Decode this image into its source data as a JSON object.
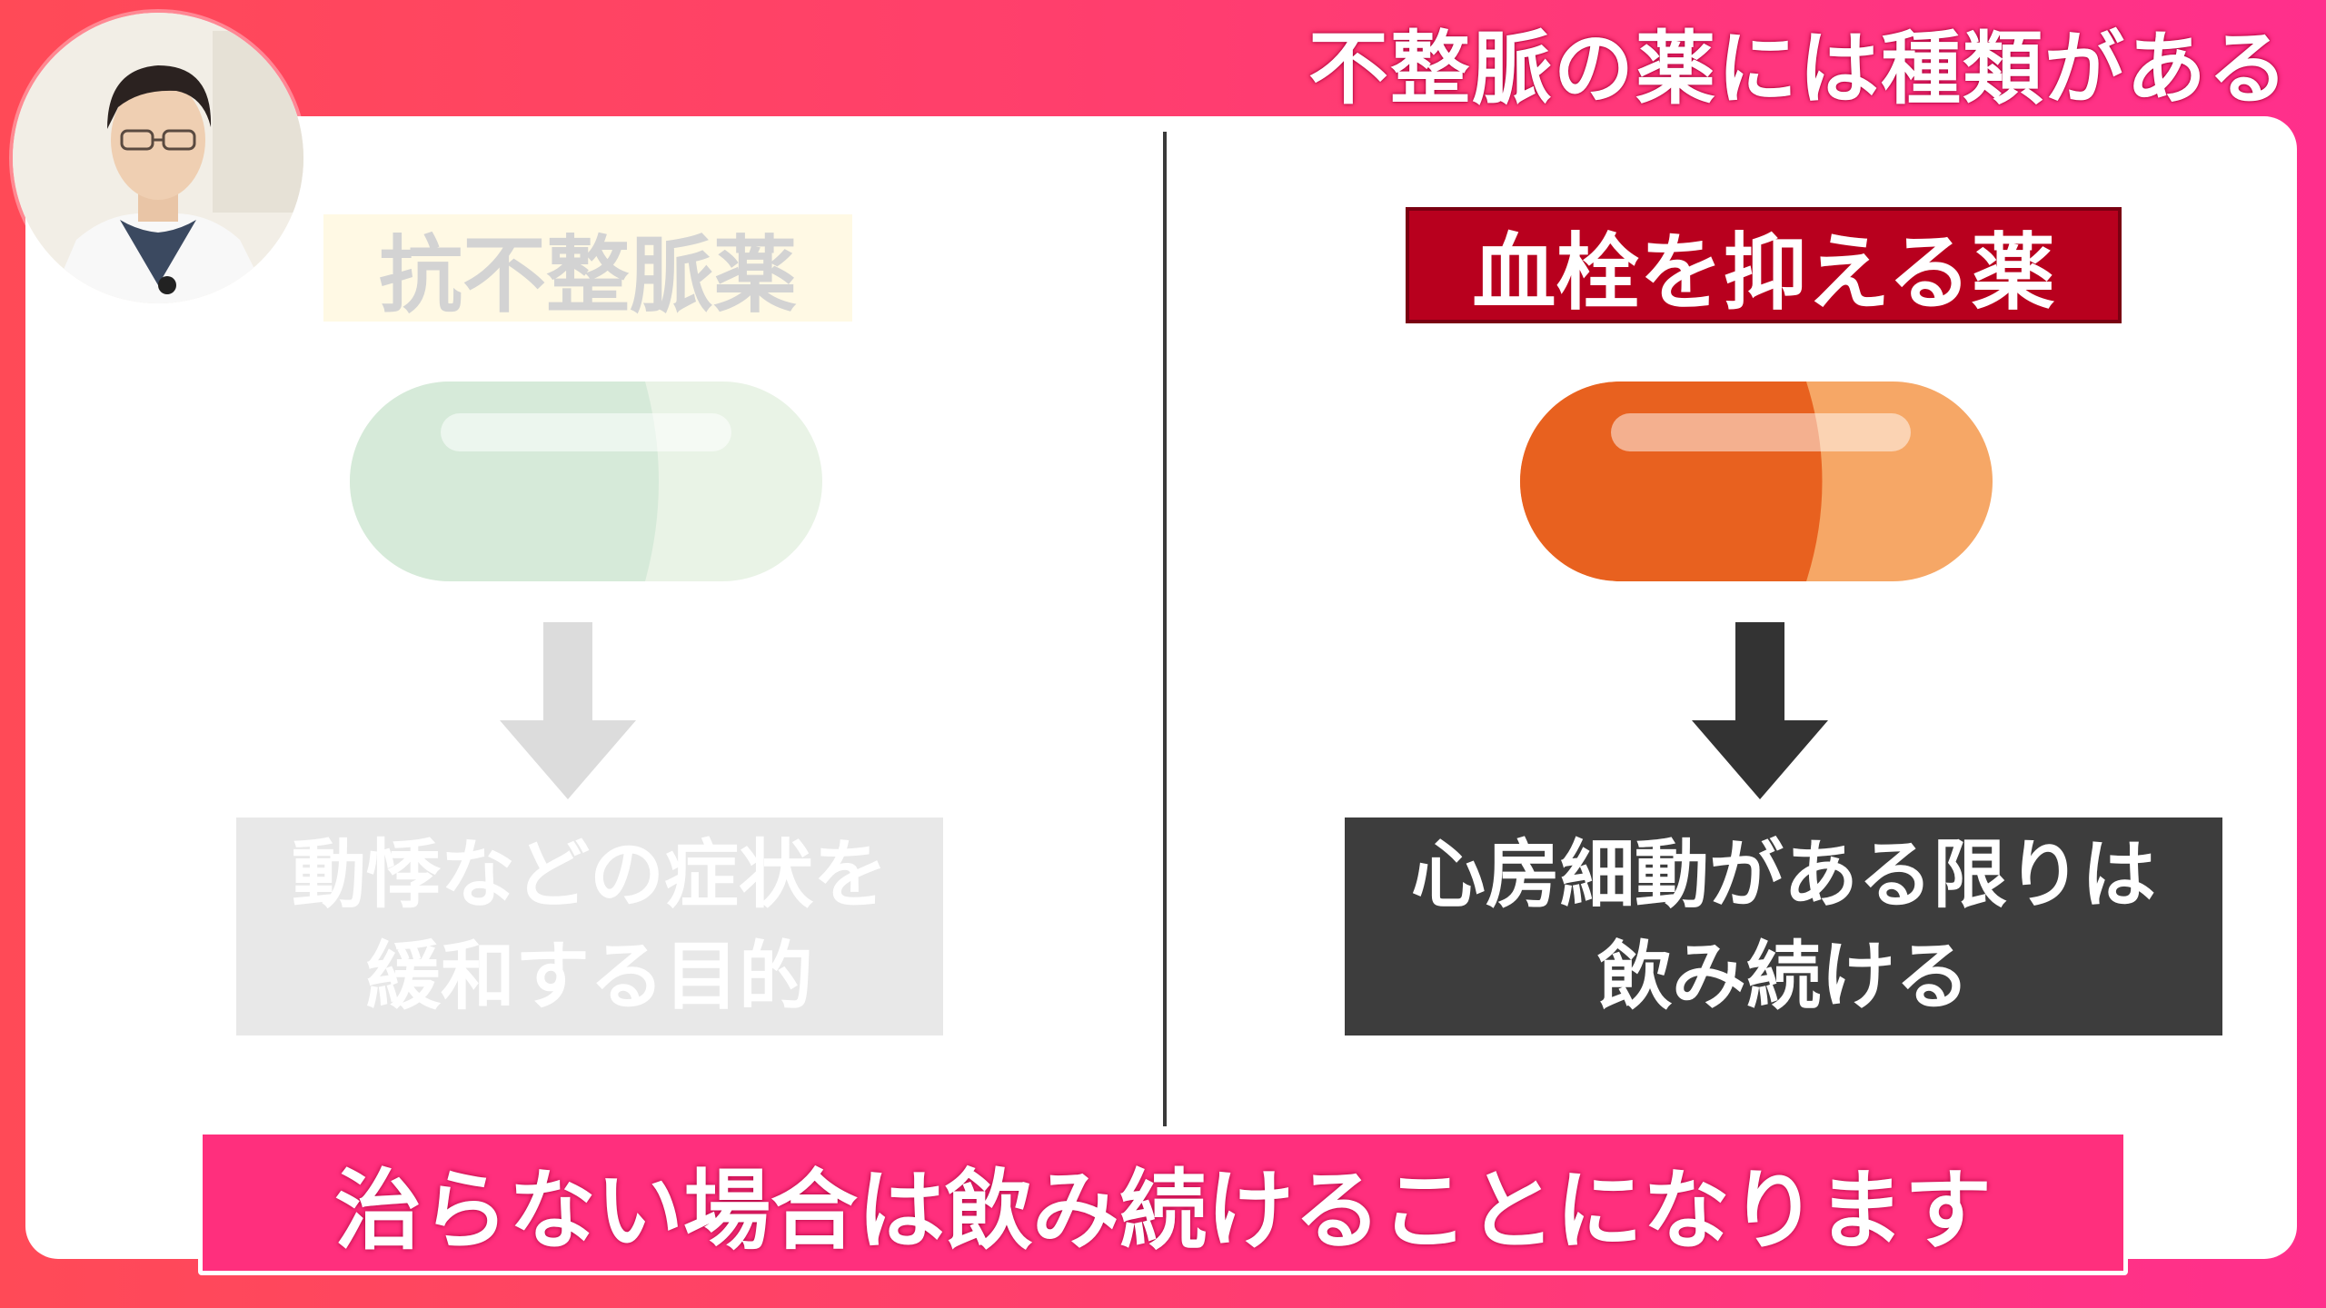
{
  "header": {
    "title": "不整脈の薬には種類がある"
  },
  "left": {
    "label": "抗不整脈薬",
    "result_lines": [
      "動悸などの症状を",
      "緩和する目的"
    ],
    "pill_icon": "capsule-icon",
    "pill_colors": [
      "#d6ead9",
      "#e9f3e6"
    ]
  },
  "right": {
    "label": "血栓を抑える薬",
    "result_lines": [
      "心房細動がある限りは",
      "飲み続ける"
    ],
    "pill_icon": "capsule-icon",
    "pill_colors": [
      "#e8611f",
      "#f6a766"
    ]
  },
  "banner": {
    "text": "治らない場合は飲み続けることになります"
  },
  "colors": {
    "accent": "#ff3f6c",
    "label_red": "#b8001e",
    "dark_box": "#3d3d3d"
  }
}
